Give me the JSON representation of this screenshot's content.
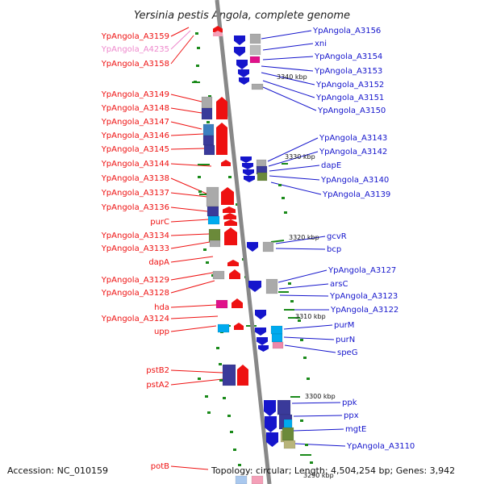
{
  "title": "Yersinia pestis Angola, complete genome",
  "footer": {
    "accession": "Accession: NC_010159",
    "topology": "Topology: circular; Length: 4,504,254 bp; Genes: 3,942"
  },
  "colors": {
    "forward": "#ee1111",
    "reverse": "#1515cc",
    "pseudo": "#ee88cc",
    "backbone": "#888888",
    "tick": "#1a8a1a"
  },
  "kbp_ticks": [
    "3340 kbp",
    "3330 kbp",
    "3320 kbp",
    "3310 kbp",
    "3300 kbp",
    "3290 kbp"
  ],
  "left_labels": [
    "YpAngola_A3159",
    "YpAngola_A4235",
    "YpAngola_A3158",
    "YpAngola_A3149",
    "YpAngola_A3148",
    "YpAngola_A3147",
    "YpAngola_A3146",
    "YpAngola_A3145",
    "YpAngola_A3144",
    "YpAngola_A3138",
    "YpAngola_A3137",
    "YpAngola_A3136",
    "purC",
    "YpAngola_A3134",
    "YpAngola_A3133",
    "dapA",
    "YpAngola_A3129",
    "YpAngola_A3128",
    "hda",
    "YpAngola_A3124",
    "upp",
    "pstB2",
    "pstA2",
    "potB"
  ],
  "right_labels": [
    "YpAngola_A3156",
    "xni",
    "YpAngola_A3154",
    "YpAngola_A3153",
    "YpAngola_A3152",
    "YpAngola_A3151",
    "YpAngola_A3150",
    "YpAngola_A3143",
    "YpAngola_A3142",
    "dapE",
    "YpAngola_A3140",
    "YpAngola_A3139",
    "gcvR",
    "bcp",
    "YpAngola_A3127",
    "arsC",
    "YpAngola_A3123",
    "YpAngola_A3122",
    "purM",
    "purN",
    "speG",
    "ppk",
    "ppx",
    "mgtE",
    "YpAngola_A3110"
  ]
}
